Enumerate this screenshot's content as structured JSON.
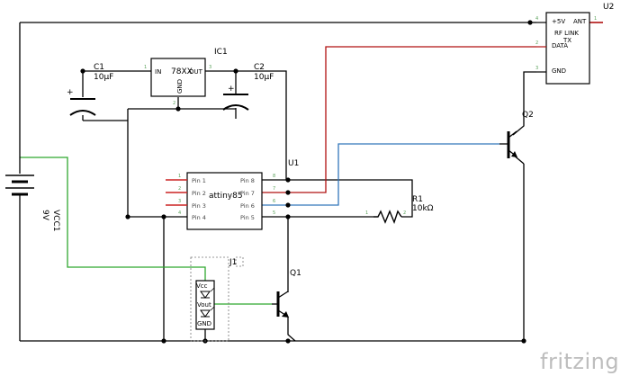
{
  "components": {
    "u2": {
      "ref": "U2",
      "title_1": "RF LINK",
      "title_2": "TX",
      "pins": [
        "+5V",
        "DATA",
        "GND",
        "ANT"
      ],
      "pin_nums": [
        "4",
        "2",
        "3",
        "1"
      ]
    },
    "ic1": {
      "ref": "IC1",
      "name": "78XX",
      "pin_in": "IN",
      "pin_out": "OUT",
      "pin_gnd": "GND",
      "num_in": "1",
      "num_out": "3",
      "num_gnd": "2"
    },
    "c1": {
      "ref": "C1",
      "value": "10µF",
      "plus": "+"
    },
    "c2": {
      "ref": "C2",
      "value": "10µF",
      "plus": "+"
    },
    "u1": {
      "ref": "U1",
      "name": "attiny85",
      "left_pins": [
        "Pin 1",
        "Pin 2",
        "Pin 3",
        "Pin 4"
      ],
      "right_pins": [
        "Pin 8",
        "Pin 7",
        "Pin 6",
        "Pin 5"
      ],
      "left_nums": [
        "1",
        "2",
        "3",
        "4"
      ],
      "right_nums": [
        "8",
        "7",
        "6",
        "5"
      ]
    },
    "r1": {
      "ref": "R1",
      "value": "10kΩ",
      "num_1": "1",
      "num_2": "2"
    },
    "q1": {
      "ref": "Q1"
    },
    "q2": {
      "ref": "Q2"
    },
    "vcc1": {
      "ref": "VCC1",
      "value": "9V"
    },
    "j1": {
      "ref": "J1",
      "pins": [
        "Vcc",
        "Vout",
        "GND"
      ]
    }
  },
  "wire_colors": {
    "ground_wire": "#000000",
    "red_wire": "#b01010",
    "blue_wire": "#3377bb",
    "green_wire": "#2fa82f",
    "pin_stub": "#cc2222"
  },
  "logo": "fritzing"
}
